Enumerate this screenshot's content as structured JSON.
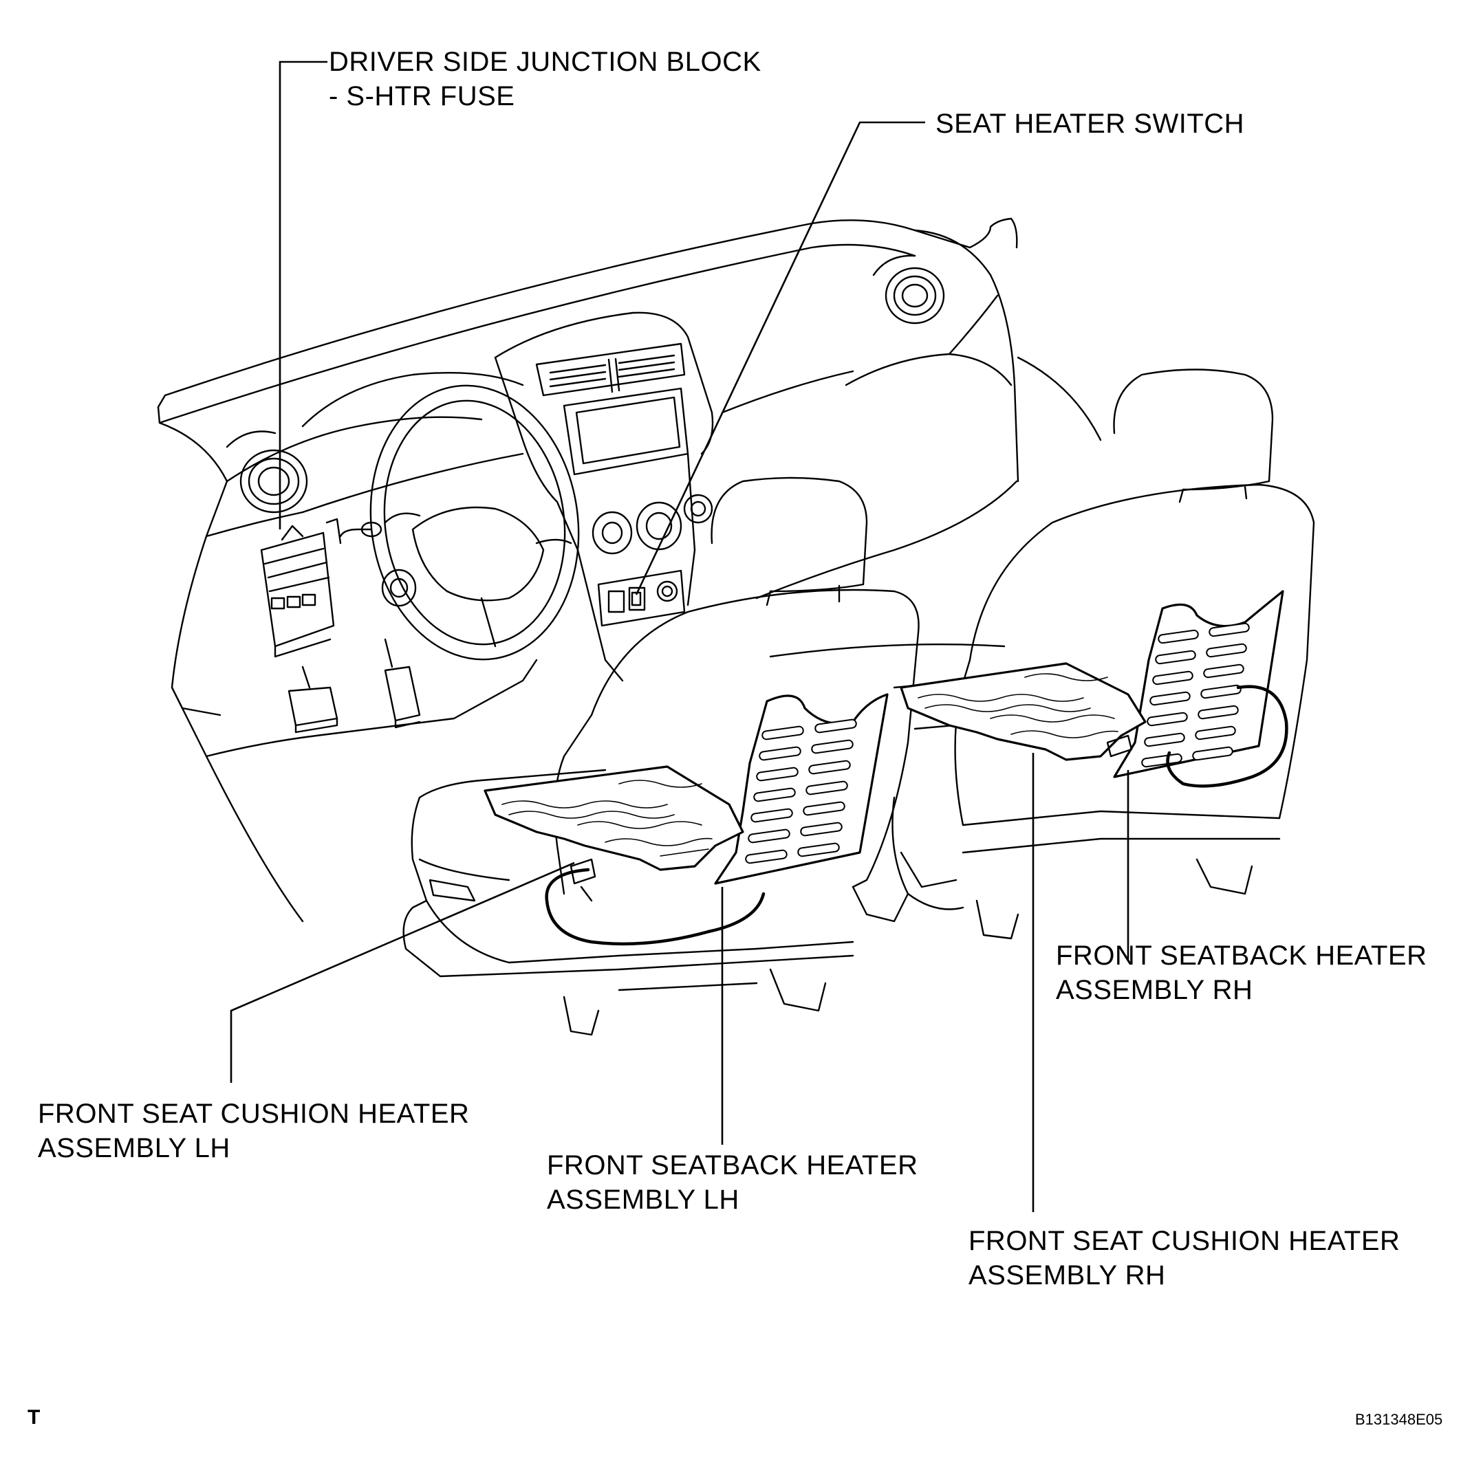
{
  "callouts": {
    "junction_block": {
      "line1": "DRIVER SIDE JUNCTION BLOCK",
      "line2": "- S-HTR FUSE"
    },
    "seat_heater_switch": {
      "line1": "SEAT HEATER SWITCH"
    },
    "seatback_rh": {
      "line1": "FRONT SEATBACK HEATER",
      "line2": "ASSEMBLY RH"
    },
    "cushion_lh": {
      "line1": "FRONT SEAT CUSHION HEATER",
      "line2": "ASSEMBLY LH"
    },
    "seatback_lh": {
      "line1": "FRONT SEATBACK HEATER",
      "line2": "ASSEMBLY LH"
    },
    "cushion_rh": {
      "line1": "FRONT SEAT CUSHION HEATER",
      "line2": "ASSEMBLY RH"
    }
  },
  "corner_mark": "T",
  "figure_code": "B131348E05"
}
